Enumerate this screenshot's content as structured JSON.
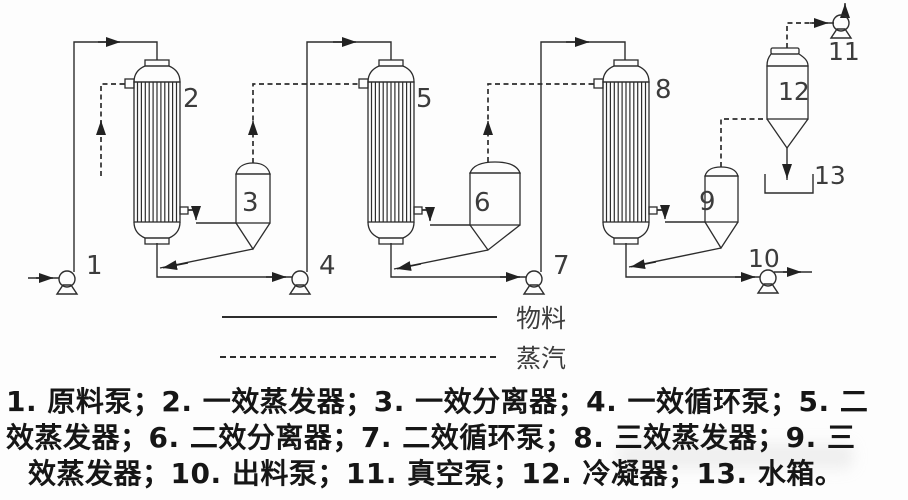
{
  "diagram": {
    "title_implicit": "三效蒸发流程图",
    "labels": [
      "1",
      "2",
      "3",
      "4",
      "5",
      "6",
      "7",
      "8",
      "9",
      "10",
      "11",
      "12",
      "13"
    ]
  },
  "legend": {
    "material_label": "物料",
    "steam_label": "蒸汽"
  },
  "caption": {
    "lines": [
      "1. 原料泵；2. 一效蒸发器；3. 一效分离器；4. 一效循环泵；5. 二",
      "效蒸发器；6. 二效分离器；7. 二效循环泵；8. 三效蒸发器；9. 三",
      "效蒸发器；10. 出料泵；11. 真空泵；12. 冷凝器；13. 水箱。"
    ]
  },
  "colors": {
    "line": "#2d2d2d",
    "label": "#3c3c3c",
    "caption_text": "#161616",
    "background": "#fdfdfd"
  }
}
